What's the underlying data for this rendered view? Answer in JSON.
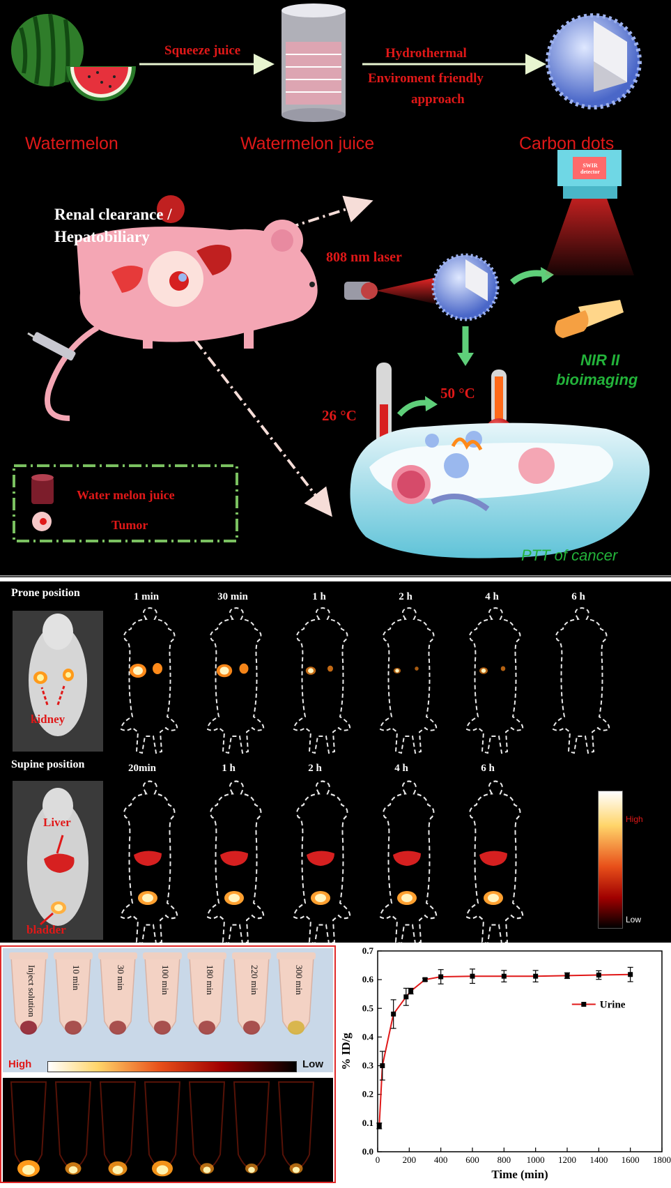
{
  "top": {
    "arrow1_label": "Squeeze juice",
    "arrow2_label_1": "Hydrothermal",
    "arrow2_label_2": "Enviroment friendly",
    "arrow2_label_3": "approach",
    "stage1": "Watermelon",
    "stage2": "Watermelon juice",
    "stage3": "Carbon dots",
    "clearance_1": "Renal clearance /",
    "clearance_2": "Hepatobiliary",
    "laser": "808 nm laser",
    "detector": "SWIR detector",
    "nir_1": "NIR II",
    "nir_2": "bioimaging",
    "temp_low": "26 °C",
    "temp_high": "50 °C",
    "ptt": "PTT of cancer",
    "legend_juice": "Water melon juice",
    "legend_tumor": "Tumor"
  },
  "imaging": {
    "prone_label": "Prone position",
    "prone_organ": "kidney",
    "prone_times": [
      "1 min",
      "30 min",
      "1 h",
      "2 h",
      "4 h",
      "6 h"
    ],
    "prone_intensity": [
      1.0,
      0.9,
      0.4,
      0.15,
      0.25,
      0.0
    ],
    "supine_label": "Supine position",
    "supine_organ_1": "Liver",
    "supine_organ_2": "bladder",
    "supine_times": [
      "20min",
      "1 h",
      "2 h",
      "4 h",
      "6 h"
    ],
    "scale_high": "High",
    "scale_low": "Low"
  },
  "tubes": {
    "labels": [
      "Inject solution",
      "10 min",
      "30 min",
      "100 min",
      "180 min",
      "220 min",
      "300 min"
    ],
    "intensity": [
      1.0,
      0.55,
      0.75,
      0.9,
      0.4,
      0.3,
      0.35
    ],
    "scale_high": "High",
    "scale_low": "Low"
  },
  "colors": {
    "accent_red": "#e01818",
    "green": "#23b33a",
    "pink": "#f4a6b4"
  },
  "chart_data": {
    "type": "line",
    "x": [
      10,
      30,
      100,
      180,
      210,
      300,
      400,
      600,
      800,
      1000,
      1200,
      1400,
      1600
    ],
    "series": [
      {
        "name": "Urine",
        "values": [
          0.09,
          0.3,
          0.48,
          0.54,
          0.56,
          0.6,
          0.61,
          0.612,
          0.612,
          0.612,
          0.614,
          0.616,
          0.618
        ],
        "errors": [
          0.01,
          0.05,
          0.05,
          0.03,
          0.01,
          0.005,
          0.025,
          0.025,
          0.02,
          0.02,
          0.01,
          0.015,
          0.025
        ]
      }
    ],
    "xlabel": "Time (min)",
    "ylabel": "% ID/g",
    "xlim": [
      0,
      1800
    ],
    "ylim": [
      0.0,
      0.7
    ],
    "xticks": [
      0,
      200,
      400,
      600,
      800,
      1000,
      1200,
      1400,
      1600,
      1800
    ],
    "yticks": [
      0.0,
      0.1,
      0.2,
      0.3,
      0.4,
      0.5,
      0.6,
      0.7
    ],
    "legend": "right"
  }
}
